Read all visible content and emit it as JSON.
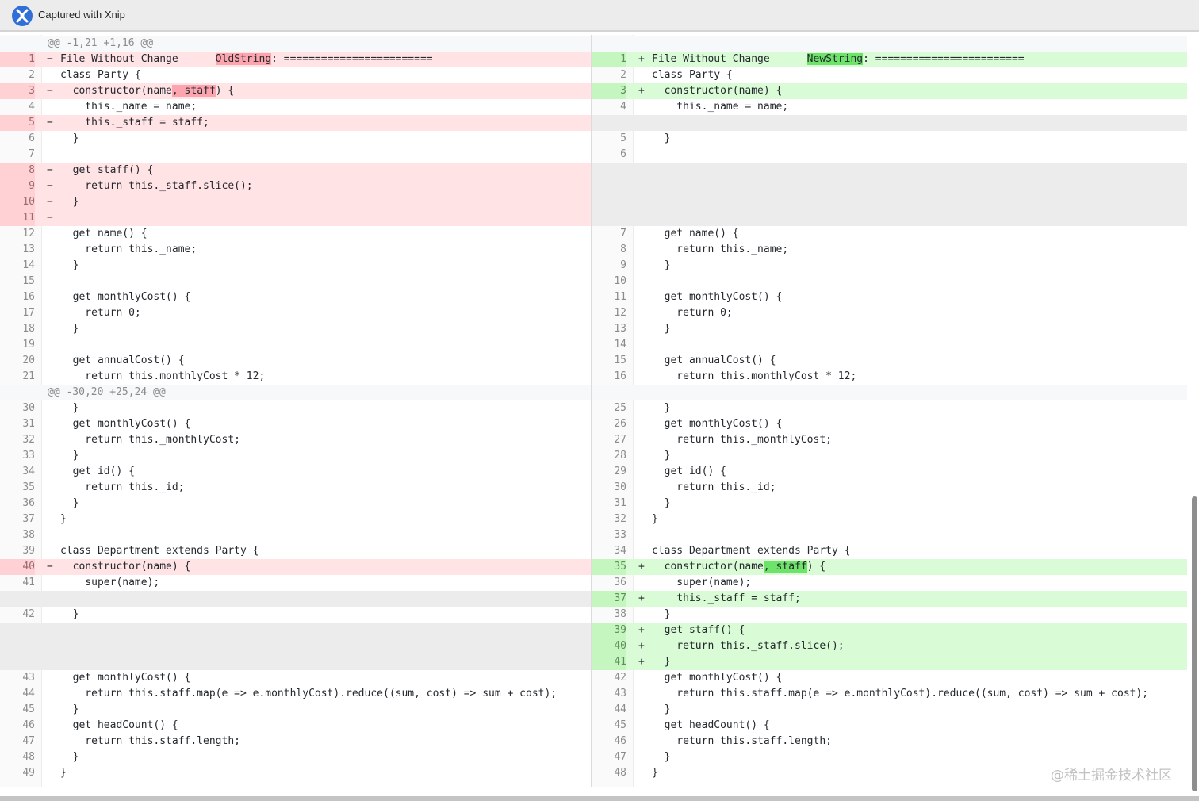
{
  "app": {
    "title": "Captured with Xnip",
    "icon": "xnip-app-icon",
    "watermark": "@稀土掘金技术社区"
  },
  "colors": {
    "deleted_line_bg": "#ffe3e5",
    "deleted_highlight": "#fda5ae",
    "added_line_bg": "#d9fbd5",
    "added_highlight": "#6ee36a",
    "empty_line_bg": "#ececec"
  },
  "diff": {
    "left": [
      {
        "type": "hunk",
        "n": "",
        "code": "@@ -1,21 +1,16 @@"
      },
      {
        "type": "del",
        "n": "1",
        "mark": "−",
        "code": [
          {
            "t": "File Without Change      "
          },
          {
            "t": "OldString",
            "hl": true
          },
          {
            "t": ": ========================"
          }
        ]
      },
      {
        "type": "ctx",
        "n": "2",
        "code": "class Party {"
      },
      {
        "type": "del",
        "n": "3",
        "mark": "−",
        "code": [
          {
            "t": "  constructor(name"
          },
          {
            "t": ", staff",
            "hl": true
          },
          {
            "t": ") {"
          }
        ]
      },
      {
        "type": "ctx",
        "n": "4",
        "code": "    this._name = name;"
      },
      {
        "type": "del",
        "n": "5",
        "mark": "−",
        "code": "    this._staff = staff;"
      },
      {
        "type": "ctx",
        "n": "6",
        "code": "  }"
      },
      {
        "type": "ctx",
        "n": "7",
        "code": ""
      },
      {
        "type": "del",
        "n": "8",
        "mark": "−",
        "code": "  get staff() {"
      },
      {
        "type": "del",
        "n": "9",
        "mark": "−",
        "code": "    return this._staff.slice();"
      },
      {
        "type": "del",
        "n": "10",
        "mark": "−",
        "code": "  }"
      },
      {
        "type": "del",
        "n": "11",
        "mark": "−",
        "code": ""
      },
      {
        "type": "ctx",
        "n": "12",
        "code": "  get name() {"
      },
      {
        "type": "ctx",
        "n": "13",
        "code": "    return this._name;"
      },
      {
        "type": "ctx",
        "n": "14",
        "code": "  }"
      },
      {
        "type": "ctx",
        "n": "15",
        "code": ""
      },
      {
        "type": "ctx",
        "n": "16",
        "code": "  get monthlyCost() {"
      },
      {
        "type": "ctx",
        "n": "17",
        "code": "    return 0;"
      },
      {
        "type": "ctx",
        "n": "18",
        "code": "  }"
      },
      {
        "type": "ctx",
        "n": "19",
        "code": ""
      },
      {
        "type": "ctx",
        "n": "20",
        "code": "  get annualCost() {"
      },
      {
        "type": "ctx",
        "n": "21",
        "code": "    return this.monthlyCost * 12;"
      },
      {
        "type": "hunk",
        "n": "",
        "code": "@@ -30,20 +25,24 @@"
      },
      {
        "type": "ctx",
        "n": "30",
        "code": "  }"
      },
      {
        "type": "ctx",
        "n": "31",
        "code": "  get monthlyCost() {"
      },
      {
        "type": "ctx",
        "n": "32",
        "code": "    return this._monthlyCost;"
      },
      {
        "type": "ctx",
        "n": "33",
        "code": "  }"
      },
      {
        "type": "ctx",
        "n": "34",
        "code": "  get id() {"
      },
      {
        "type": "ctx",
        "n": "35",
        "code": "    return this._id;"
      },
      {
        "type": "ctx",
        "n": "36",
        "code": "  }"
      },
      {
        "type": "ctx",
        "n": "37",
        "code": "}"
      },
      {
        "type": "ctx",
        "n": "38",
        "code": ""
      },
      {
        "type": "ctx",
        "n": "39",
        "code": "class Department extends Party {"
      },
      {
        "type": "del",
        "n": "40",
        "mark": "−",
        "code": "  constructor(name) {"
      },
      {
        "type": "ctx",
        "n": "41",
        "code": "    super(name);"
      },
      {
        "type": "empty",
        "n": "",
        "code": ""
      },
      {
        "type": "ctx",
        "n": "42",
        "code": "  }"
      },
      {
        "type": "empty",
        "n": "",
        "code": ""
      },
      {
        "type": "empty",
        "n": "",
        "code": ""
      },
      {
        "type": "empty",
        "n": "",
        "code": ""
      },
      {
        "type": "ctx",
        "n": "43",
        "code": "  get monthlyCost() {"
      },
      {
        "type": "ctx",
        "n": "44",
        "code": "    return this.staff.map(e => e.monthlyCost).reduce((sum, cost) => sum + cost);"
      },
      {
        "type": "ctx",
        "n": "45",
        "code": "  }"
      },
      {
        "type": "ctx",
        "n": "46",
        "code": "  get headCount() {"
      },
      {
        "type": "ctx",
        "n": "47",
        "code": "    return this.staff.length;"
      },
      {
        "type": "ctx",
        "n": "48",
        "code": "  }"
      },
      {
        "type": "ctx",
        "n": "49",
        "code": "}"
      }
    ],
    "right": [
      {
        "type": "hunk",
        "n": "",
        "code": ""
      },
      {
        "type": "add",
        "n": "1",
        "mark": "+",
        "code": [
          {
            "t": "File Without Change      "
          },
          {
            "t": "NewString",
            "hl": true
          },
          {
            "t": ": ========================"
          }
        ]
      },
      {
        "type": "ctx",
        "n": "2",
        "code": "class Party {"
      },
      {
        "type": "add",
        "n": "3",
        "mark": "+",
        "code": "  constructor(name) {"
      },
      {
        "type": "ctx",
        "n": "4",
        "code": "    this._name = name;"
      },
      {
        "type": "empty",
        "n": "",
        "code": ""
      },
      {
        "type": "ctx",
        "n": "5",
        "code": "  }"
      },
      {
        "type": "ctx",
        "n": "6",
        "code": ""
      },
      {
        "type": "empty",
        "n": "",
        "code": ""
      },
      {
        "type": "empty",
        "n": "",
        "code": ""
      },
      {
        "type": "empty",
        "n": "",
        "code": ""
      },
      {
        "type": "empty",
        "n": "",
        "code": ""
      },
      {
        "type": "ctx",
        "n": "7",
        "code": "  get name() {"
      },
      {
        "type": "ctx",
        "n": "8",
        "code": "    return this._name;"
      },
      {
        "type": "ctx",
        "n": "9",
        "code": "  }"
      },
      {
        "type": "ctx",
        "n": "10",
        "code": ""
      },
      {
        "type": "ctx",
        "n": "11",
        "code": "  get monthlyCost() {"
      },
      {
        "type": "ctx",
        "n": "12",
        "code": "    return 0;"
      },
      {
        "type": "ctx",
        "n": "13",
        "code": "  }"
      },
      {
        "type": "ctx",
        "n": "14",
        "code": ""
      },
      {
        "type": "ctx",
        "n": "15",
        "code": "  get annualCost() {"
      },
      {
        "type": "ctx",
        "n": "16",
        "code": "    return this.monthlyCost * 12;"
      },
      {
        "type": "hunk",
        "n": "",
        "code": ""
      },
      {
        "type": "ctx",
        "n": "25",
        "code": "  }"
      },
      {
        "type": "ctx",
        "n": "26",
        "code": "  get monthlyCost() {"
      },
      {
        "type": "ctx",
        "n": "27",
        "code": "    return this._monthlyCost;"
      },
      {
        "type": "ctx",
        "n": "28",
        "code": "  }"
      },
      {
        "type": "ctx",
        "n": "29",
        "code": "  get id() {"
      },
      {
        "type": "ctx",
        "n": "30",
        "code": "    return this._id;"
      },
      {
        "type": "ctx",
        "n": "31",
        "code": "  }"
      },
      {
        "type": "ctx",
        "n": "32",
        "code": "}"
      },
      {
        "type": "ctx",
        "n": "33",
        "code": ""
      },
      {
        "type": "ctx",
        "n": "34",
        "code": "class Department extends Party {"
      },
      {
        "type": "add",
        "n": "35",
        "mark": "+",
        "code": [
          {
            "t": "  constructor(name"
          },
          {
            "t": ", staff",
            "hl": true
          },
          {
            "t": ") {"
          }
        ]
      },
      {
        "type": "ctx",
        "n": "36",
        "code": "    super(name);"
      },
      {
        "type": "add",
        "n": "37",
        "mark": "+",
        "code": "    this._staff = staff;"
      },
      {
        "type": "ctx",
        "n": "38",
        "code": "  }"
      },
      {
        "type": "add",
        "n": "39",
        "mark": "+",
        "code": "  get staff() {"
      },
      {
        "type": "add",
        "n": "40",
        "mark": "+",
        "code": "    return this._staff.slice();"
      },
      {
        "type": "add",
        "n": "41",
        "mark": "+",
        "code": "  }"
      },
      {
        "type": "ctx",
        "n": "42",
        "code": "  get monthlyCost() {"
      },
      {
        "type": "ctx",
        "n": "43",
        "code": "    return this.staff.map(e => e.monthlyCost).reduce((sum, cost) => sum + cost);"
      },
      {
        "type": "ctx",
        "n": "44",
        "code": "  }"
      },
      {
        "type": "ctx",
        "n": "45",
        "code": "  get headCount() {"
      },
      {
        "type": "ctx",
        "n": "46",
        "code": "    return this.staff.length;"
      },
      {
        "type": "ctx",
        "n": "47",
        "code": "  }"
      },
      {
        "type": "ctx",
        "n": "48",
        "code": "}"
      }
    ]
  }
}
